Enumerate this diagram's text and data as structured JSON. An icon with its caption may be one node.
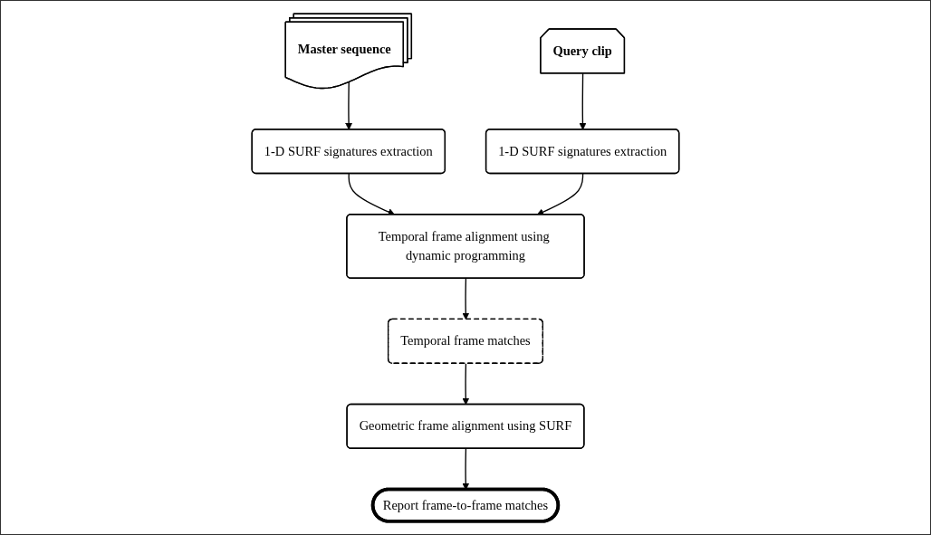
{
  "diagram": {
    "nodes": [
      {
        "text": [
          "Master sequence"
        ]
      },
      {
        "text": [
          "Query clip"
        ]
      },
      {
        "text": [
          "1-D SURF signatures extraction"
        ]
      },
      {
        "text": [
          "1-D SURF signatures extraction"
        ]
      },
      {
        "text": [
          "Temporal frame alignment using dynamic programming"
        ]
      },
      {
        "text": [
          "Temporal frame matches"
        ]
      },
      {
        "text": [
          "Geometric frame alignment using SURF"
        ]
      },
      {
        "text": [
          "Report frame-to-frame matches"
        ]
      }
    ],
    "edges": [
      {
        "from": 0,
        "to": 2,
        "arrow": "to"
      },
      {
        "from": 1,
        "to": 3,
        "arrow": "to"
      },
      {
        "from": 2,
        "to": 4,
        "arrow": "to"
      },
      {
        "from": 3,
        "to": 4,
        "arrow": "to"
      },
      {
        "from": 4,
        "to": 5,
        "arrow": "to"
      },
      {
        "from": 5,
        "to": 6,
        "arrow": "to"
      },
      {
        "from": 6,
        "to": 7,
        "arrow": "to"
      }
    ]
  }
}
